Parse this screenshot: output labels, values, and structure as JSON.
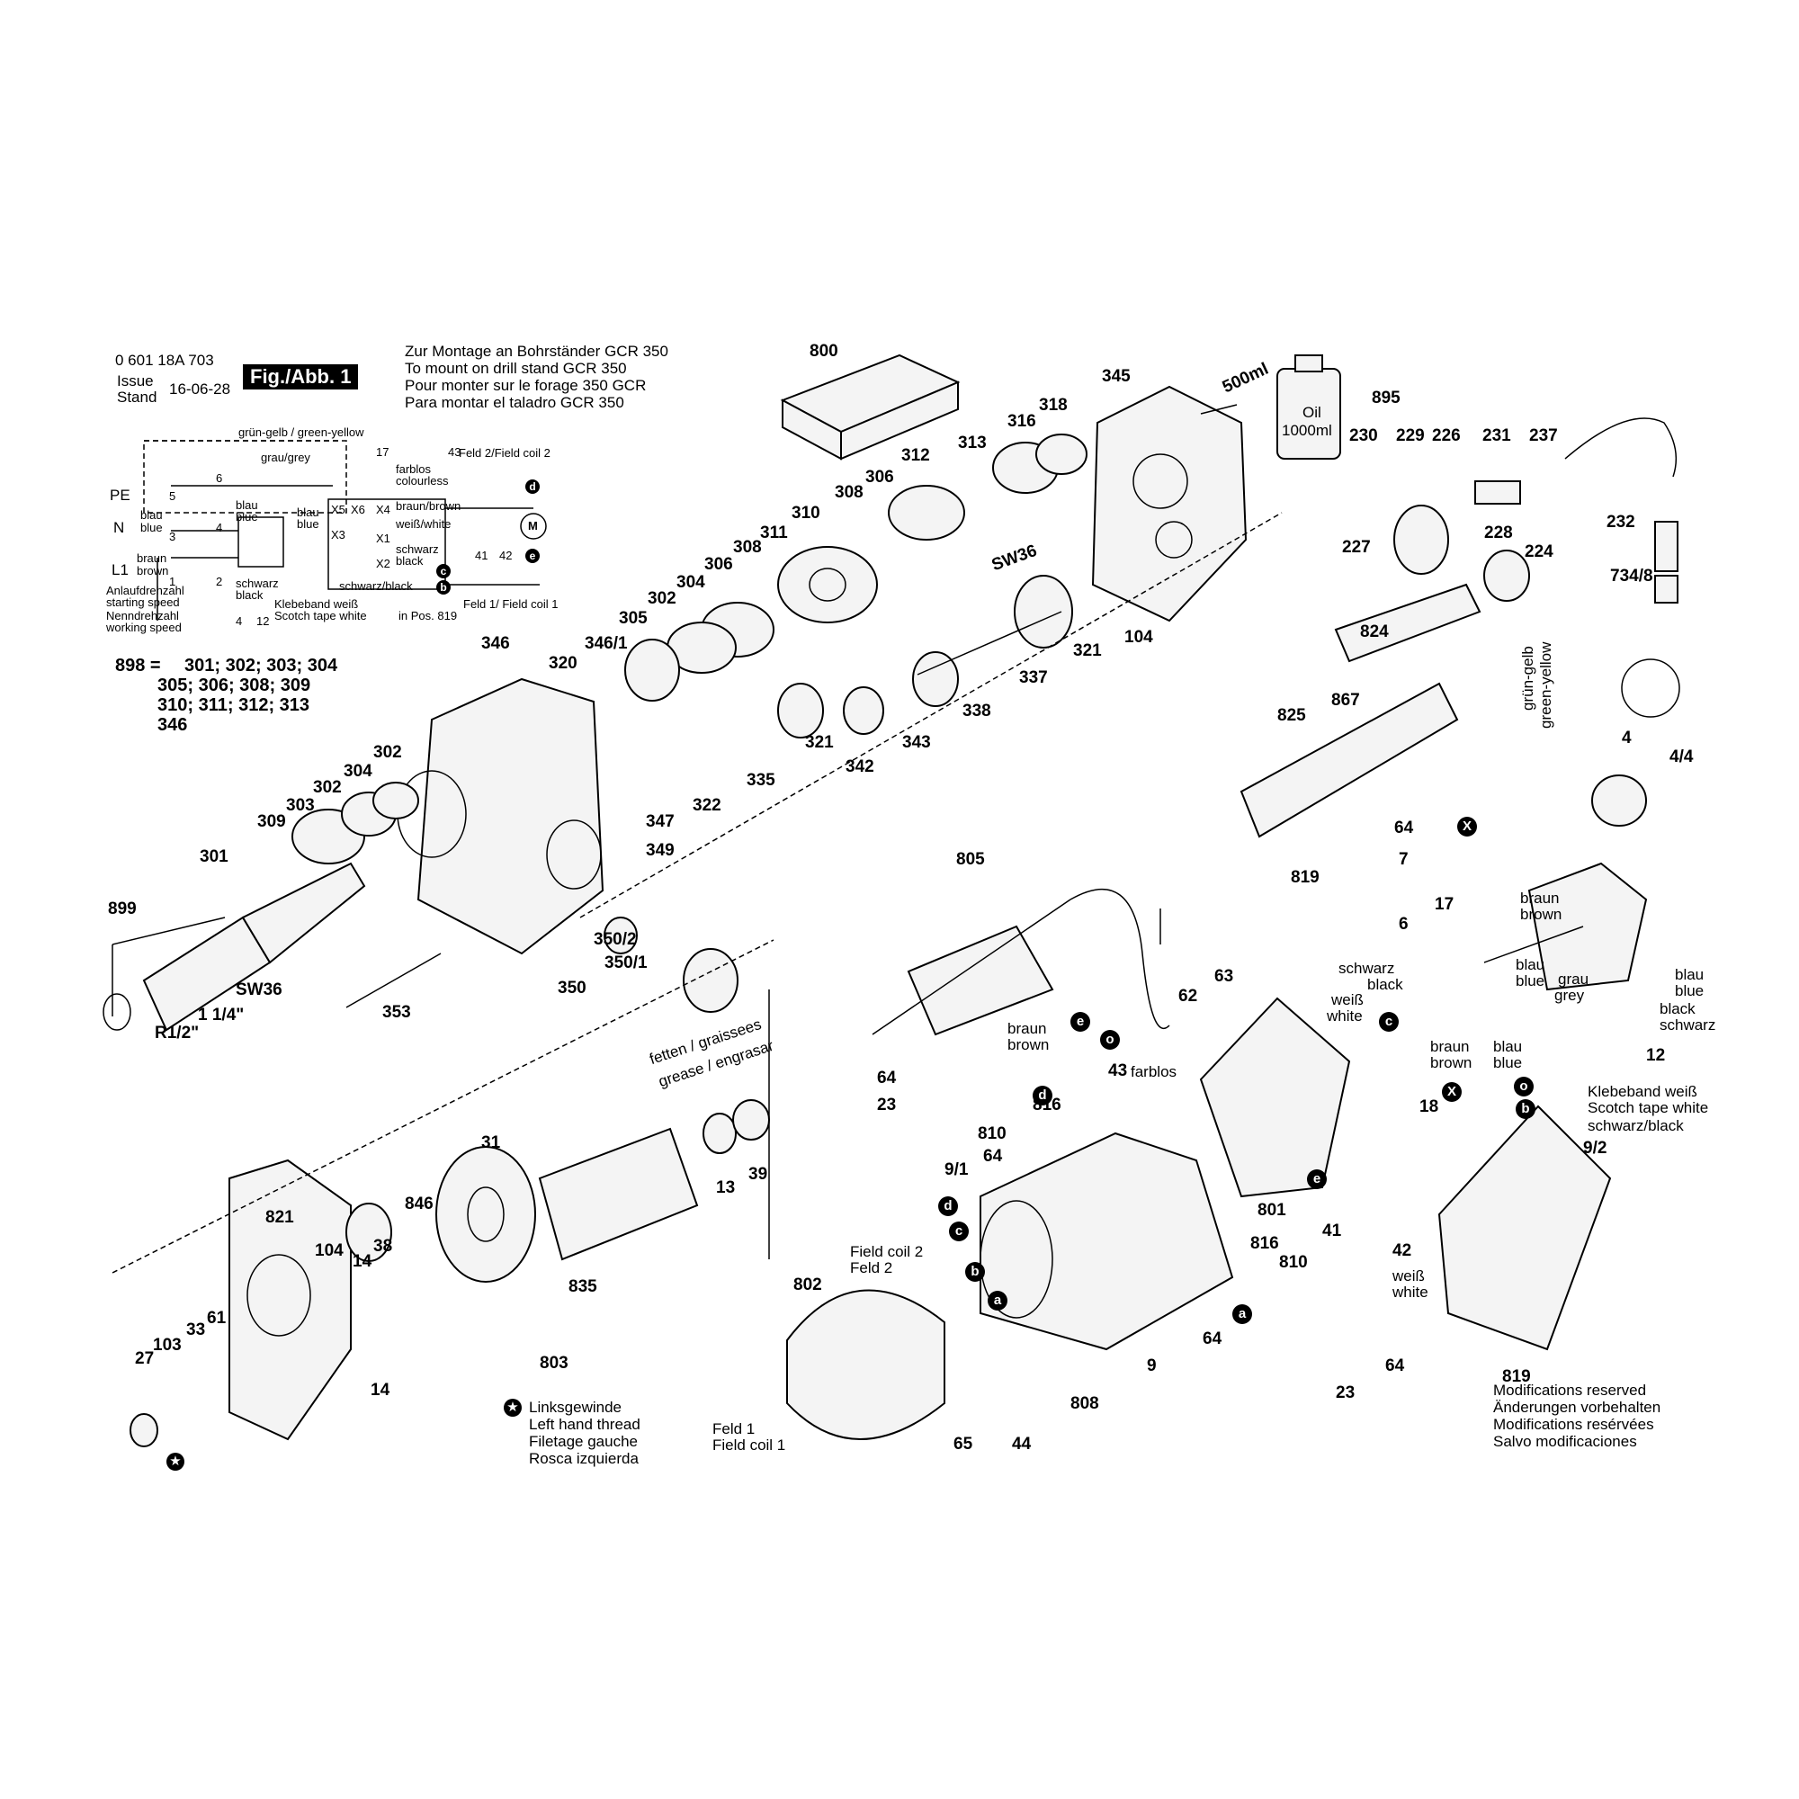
{
  "header": {
    "part_number": "0 601 18A 703",
    "issue_label": "Issue",
    "stand_label": "Stand",
    "date": "16-06-28",
    "figure": "Fig./Abb. 1",
    "mount_de": "Zur Montage an Bohrständer GCR 350",
    "mount_en": "To mount on drill stand GCR 350",
    "mount_fr": "Pour monter sur le forage 350 GCR",
    "mount_es": "Para montar el taladro GCR 350"
  },
  "wiring": {
    "ground": "grün-gelb / green-yellow",
    "grey": "grau/grey",
    "pe": "PE",
    "n": "N",
    "l1": "L1",
    "blau": "blau",
    "blue": "blue",
    "braun": "braun",
    "brown": "brown",
    "schwarz": "schwarz",
    "black": "black",
    "n5": "5",
    "n6": "6",
    "n3": "3",
    "n4": "4",
    "n1": "1",
    "n2": "2",
    "n4b": "4",
    "n12": "12",
    "n17": "17",
    "n43": "43",
    "n41": "41",
    "n42": "42",
    "x5": "X5",
    "x6": "X6",
    "x4": "X4",
    "x3": "X3",
    "x1": "X1",
    "x2": "X2",
    "farblos": "farblos",
    "colourless": "colourless",
    "braun_brown": "braun/brown",
    "weiss_white": "weiß/white",
    "schwarz_black": "schwarz/black",
    "coil2": "Feld 2/Field coil 2",
    "coil1": "Feld 1/ Field coil 1",
    "klebeband": "Klebeband weiß",
    "scotch": "Scotch tape white",
    "in_pos": "in Pos. 819",
    "start1": "Anlaufdrehzahl",
    "start2": "starting speed",
    "nominal1": "Nenndrehzahl",
    "nominal2": "working speed",
    "c": "c",
    "b": "b",
    "d": "d",
    "e": "e",
    "m": "M"
  },
  "kit": {
    "prefix": "898 =",
    "line1": "301; 302; 303; 304",
    "line2": "305; 306; 308; 309",
    "line3": "310; 311; 312; 313",
    "line4": "346"
  },
  "callouts": {
    "c800": "800",
    "c345": "345",
    "c895": "895",
    "c500ml": "500ml",
    "coil": "Oil",
    "c1000ml": "1000ml",
    "c318": "318",
    "c316": "316",
    "c313": "313",
    "c312": "312",
    "c306a": "306",
    "c308a": "308",
    "c310": "310",
    "c311": "311",
    "c308b": "308",
    "c306b": "306",
    "c304a": "304",
    "c302a": "302",
    "c305": "305",
    "csw36a": "SW36",
    "c230": "230",
    "c229": "229",
    "c226": "226",
    "c231": "231",
    "c237": "237",
    "c227": "227",
    "c228": "228",
    "c224": "224",
    "c232": "232",
    "c7348": "734/8",
    "c104a": "104",
    "c321a": "321",
    "c337": "337",
    "c338": "338",
    "c343": "343",
    "c342": "342",
    "c321b": "321",
    "c335": "335",
    "c322": "322",
    "c346": "346",
    "c3461": "346/1",
    "c320": "320",
    "c302b": "302",
    "c304b": "304",
    "c302c": "302",
    "c303": "303",
    "c309": "309",
    "c301": "301",
    "c899": "899",
    "c347": "347",
    "c349": "349",
    "c3502": "350/2",
    "c3501": "350/1",
    "c350": "350",
    "c353": "353",
    "csw36b": "SW36",
    "c114": "1 1/4\"",
    "cr12": "R1/2\"",
    "c824": "824",
    "c825": "825",
    "c867": "867",
    "c4": "4",
    "c44": "4/4",
    "c64a": "64",
    "c7": "7",
    "c819a": "819",
    "c6": "6",
    "c805": "805",
    "c63": "63",
    "c62": "62",
    "c17": "17",
    "c12": "12",
    "c18": "18",
    "c92": "9/2",
    "c819b": "819",
    "c64b": "64",
    "c23a": "23",
    "c810a": "810",
    "c816a": "816",
    "c64c": "64",
    "c91": "9/1",
    "c801": "801",
    "c41": "41",
    "c42": "42",
    "c816b": "816",
    "c810b": "810",
    "c64d": "64",
    "c23b": "23",
    "c64e": "64",
    "c9": "9",
    "c808": "808",
    "c802": "802",
    "c65": "65",
    "c44b": "44",
    "c43": "43",
    "cfarblos": "farblos",
    "c821": "821",
    "c104b": "104",
    "c14a": "14",
    "c38": "38",
    "c846": "846",
    "c31": "31",
    "c13": "13",
    "c39": "39",
    "c835": "835",
    "c803": "803",
    "c14b": "14",
    "c103": "103",
    "c33": "33",
    "c61": "61",
    "c27": "27"
  },
  "wire_labels": {
    "braun1": "braun",
    "brown1": "brown",
    "blau1": "blau",
    "blue1": "blue",
    "blau2": "blau",
    "blue2": "blue",
    "black1": "black",
    "schwarz1": "schwarz",
    "schwarz2": "schwarz",
    "black2": "black",
    "grau": "grau",
    "grey": "grey",
    "weiss": "weiß",
    "white": "white",
    "braun2": "braun",
    "brown2": "brown",
    "blau3": "blau",
    "blue3": "blue",
    "braun3": "braun",
    "brown3": "brown",
    "weiss2": "weiß",
    "white2": "white",
    "gruen": "grün-gelb",
    "green": "green-yellow",
    "kleb": "Klebeband weiß",
    "scotch": "Scotch tape white",
    "sblack": "schwarz/black",
    "fc2a": "Field coil 2",
    "fc2b": "Feld 2",
    "fc1a": "Feld 1",
    "fc1b": "Field coil 1",
    "fetten": "fetten / graissees",
    "grease": "grease / engrasar"
  },
  "letters": {
    "e1": "e",
    "o1": "o",
    "d1": "d",
    "c1": "c",
    "x1": "X",
    "o2": "o",
    "b1": "b",
    "x2": "X",
    "e2": "e",
    "d2": "d",
    "c2": "c",
    "b2": "b",
    "a1": "a",
    "a2": "a"
  },
  "legend": {
    "de": "Linksgewinde",
    "en": "Left hand thread",
    "fr": "Filetage gauche",
    "es": "Rosca izquierda"
  },
  "footer": {
    "en": "Modifications reserved",
    "de": "Änderungen vorbehalten",
    "fr": "Modifications resérvées",
    "es": "Salvo modificaciones"
  }
}
